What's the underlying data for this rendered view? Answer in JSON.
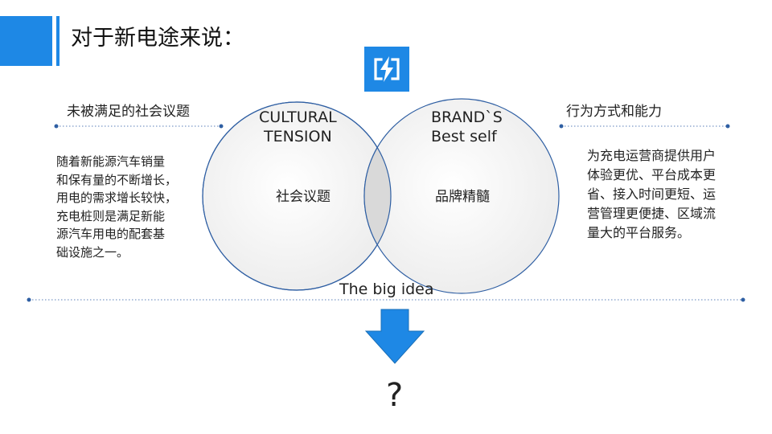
{
  "header": {
    "title": "对于新电途来说："
  },
  "logo": {
    "icon": "brand-logo-icon",
    "color": "#1e88e5"
  },
  "left_panel": {
    "heading": "未被满足的社会议题",
    "body_lines": [
      "随着新能源汽车销量",
      "和保有量的不断增长，",
      "用电的需求增长较快，",
      "充电桩则是满足新能",
      "源汽车用电的配套基",
      "础设施之一。"
    ]
  },
  "right_panel": {
    "heading": "行为方式和能力",
    "body_lines": [
      "为充电运营商提供用户",
      "体验更优、平台成本更",
      "省、接入时间更短、运",
      "营管理更便捷、区域流",
      "量大的平台服务。"
    ]
  },
  "venn": {
    "left_circle": {
      "title_line1": "CULTURAL",
      "title_line2": "TENSION",
      "label": "社会议题"
    },
    "right_circle": {
      "title_line1": "BRAND`S",
      "title_line2": "Best  self",
      "label": "品牌精髓"
    },
    "overlap_label": "The big idea"
  },
  "result": {
    "arrow_icon": "down-arrow-icon",
    "text": "?"
  },
  "colors": {
    "accent": "#1e88e5",
    "circle_stroke": "#2f5fa3",
    "overlap_fill": "#d8d8d8"
  }
}
